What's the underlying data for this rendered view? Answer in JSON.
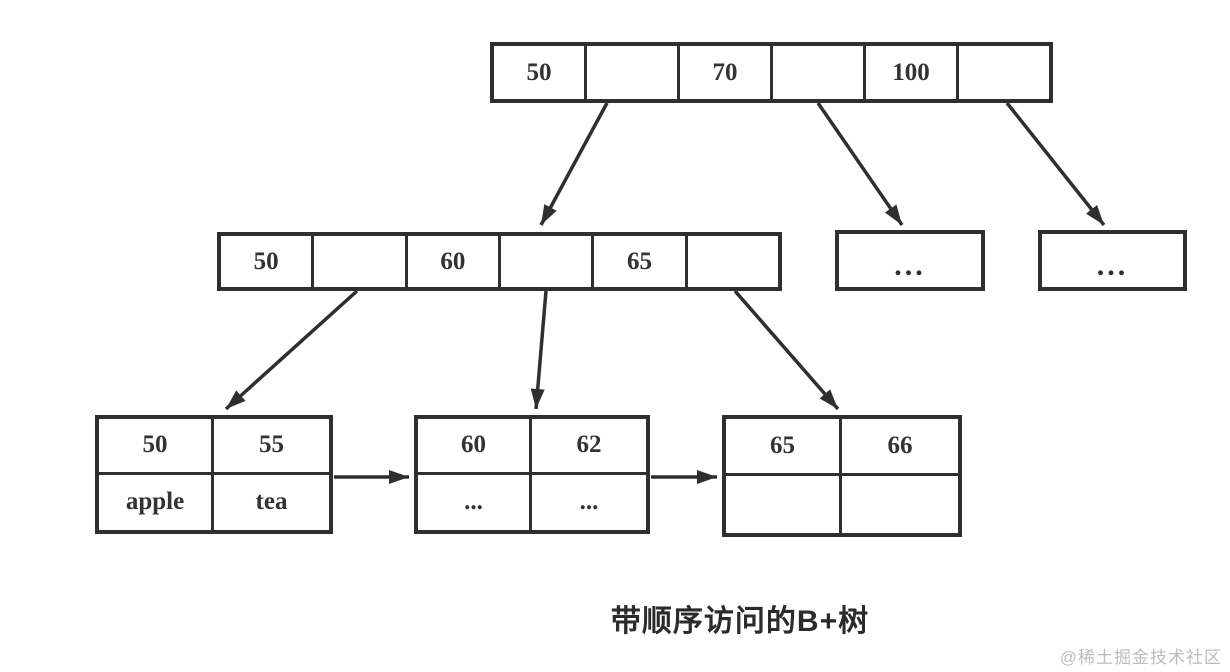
{
  "diagram": {
    "title": "B+ tree with sequential access",
    "caption": "带顺序访问的B+树",
    "watermark": "@稀土掘金技术社区",
    "colors": {
      "background": "#ffffff",
      "line": "#2f2f2f",
      "text": "#333333",
      "watermark": "#bcbcbc"
    },
    "root_node": {
      "cells": [
        "50",
        "",
        "70",
        "",
        "100",
        ""
      ]
    },
    "internal_node": {
      "cells": [
        "50",
        "",
        "60",
        "",
        "65",
        ""
      ]
    },
    "overflow_nodes": [
      {
        "label": "..."
      },
      {
        "label": "..."
      }
    ],
    "leaf_nodes": [
      {
        "keys": [
          "50",
          "55"
        ],
        "values": [
          "apple",
          "tea"
        ]
      },
      {
        "keys": [
          "60",
          "62"
        ],
        "values": [
          "...",
          "..."
        ]
      },
      {
        "keys": [
          "65",
          "66"
        ],
        "values": [
          "",
          ""
        ]
      }
    ]
  }
}
